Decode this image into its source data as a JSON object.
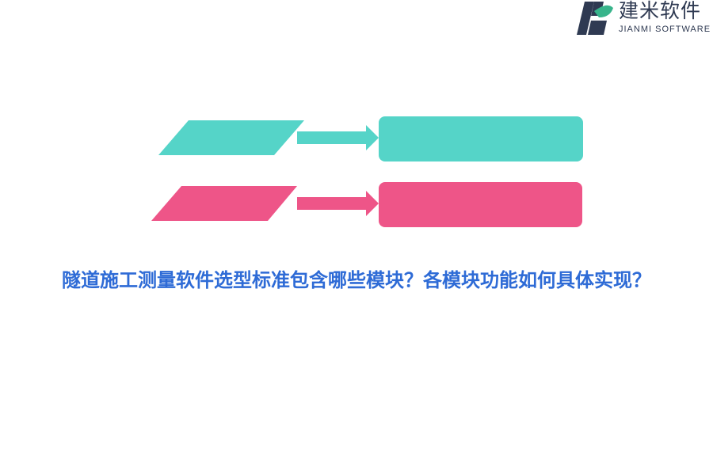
{
  "logo": {
    "name_cn": "建米软件",
    "name_en": "JIANMI SOFTWARE",
    "icon": "jianmi-logo-mark"
  },
  "diagram": {
    "rows": [
      {
        "color": "#55d4c8",
        "icon": "right-arrow-icon"
      },
      {
        "color": "#ee5588",
        "icon": "right-arrow-icon"
      }
    ]
  },
  "title": "隧道施工测量软件选型标准包含哪些模块？各模块功能如何具体实现？",
  "colors": {
    "teal": "#55d4c8",
    "pink": "#ee5588",
    "title": "#2e6bd6",
    "logo_dark": "#2f3a52",
    "logo_green": "#38b48b"
  }
}
